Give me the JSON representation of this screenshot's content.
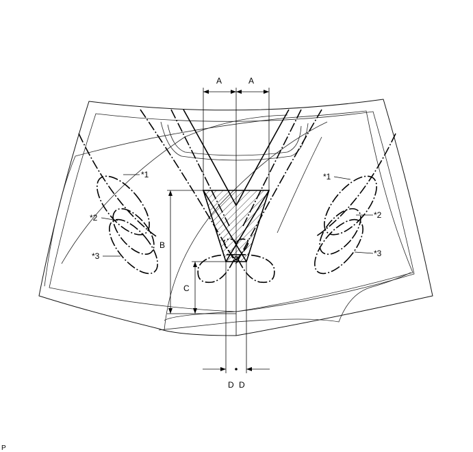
{
  "labels": {
    "dim_a_left": "A",
    "dim_a_right": "A",
    "dim_b": "B",
    "dim_c": "C",
    "dim_d_left": "D",
    "dim_d_right": "D",
    "callout_1_left": "*1",
    "callout_2_left": "*2",
    "callout_3_left": "*3",
    "callout_1_right": "*1",
    "callout_2_right": "*2",
    "callout_3_right": "*3",
    "corner_mark": "P"
  },
  "colors": {
    "line": "#000000",
    "background": "#ffffff"
  }
}
